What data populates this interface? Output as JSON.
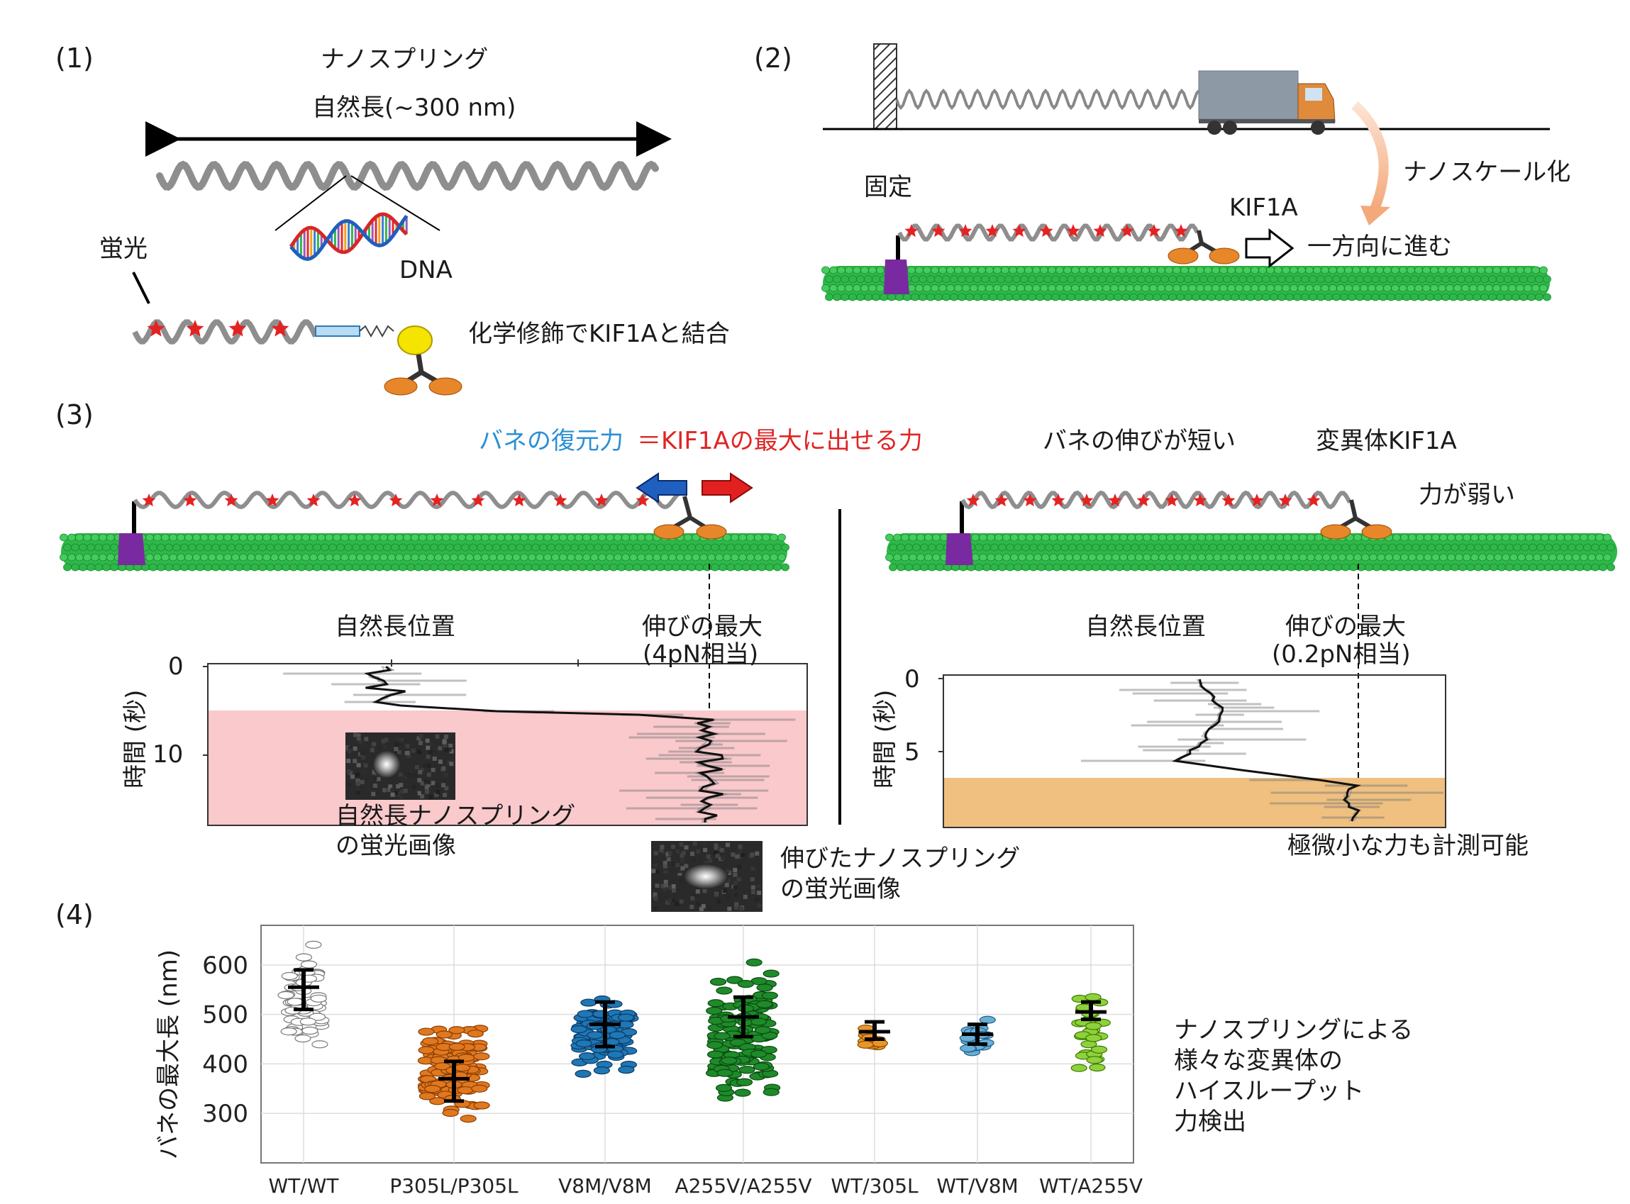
{
  "colors": {
    "microtubule": "#2fb84a",
    "microtubule_dark": "#1a8a30",
    "star": "#e52222",
    "anchor": "#7a2aa0",
    "motor": "#e8862a",
    "pink": "#f9c9cc",
    "amber": "#efc07f",
    "blue_text": "#2b8fd6",
    "red_text": "#e02424",
    "arrow_left": "#1f5fbf",
    "arrow_right": "#e32020",
    "orange_fade": "#f3b08a"
  },
  "p1": {
    "num": "(1)",
    "title": "ナノスプリング",
    "len": "自然長(~300 nm)",
    "fluor": "蛍光",
    "dna": "DNA",
    "chem": "化学修飾でKIF1Aと結合"
  },
  "p2": {
    "num": "(2)",
    "nano": "ナノスケール化",
    "fix": "固定",
    "kif": "KIF1A",
    "dir": "一方向に進む"
  },
  "p3": {
    "num": "(3)",
    "force_blue": "バネの復元力",
    "force_red": "＝KIF1Aの最大に出せる力",
    "short": "バネの伸びが短い",
    "mut": "変異体KIF1A",
    "weak": "力が弱い",
    "left": {
      "nat": "自然長位置",
      "max1": "伸びの最大",
      "max2": "(4pN相当)",
      "ylabel": "時間 (秒)",
      "yticks": [
        "0",
        "10"
      ],
      "img1a": "自然長ナノスプリング",
      "img1b": "の蛍光画像",
      "img2a": "伸びたナノスプリング",
      "img2b": "の蛍光画像"
    },
    "right": {
      "nat": "自然長位置",
      "max1": "伸びの最大",
      "max2": "(0.2pN相当)",
      "ylabel": "時間 (秒)",
      "yticks": [
        "0",
        "5"
      ],
      "note": "極微小な力も計測可能"
    }
  },
  "p4": {
    "num": "(4)",
    "side1": "ナノスプリングによる",
    "side2": "様々な変異体の",
    "side3": "ハイスループット",
    "side4": "力検出",
    "chart_data": {
      "type": "scatter",
      "ylabel": "バネの最大長 (nm)",
      "ylim": [
        200,
        680
      ],
      "yticks": [
        300,
        400,
        500,
        600
      ],
      "categories": [
        "WT/WT",
        "P305L/P305L",
        "V8M/V8M",
        "A255V/A255V",
        "WT/305L",
        "WT/V8M",
        "WT/A255V"
      ],
      "series": [
        {
          "color": "#ffffff",
          "edge": "#777777",
          "mean": 555,
          "err": [
            510,
            590
          ],
          "range": [
            400,
            670
          ]
        },
        {
          "color": "#e07820",
          "edge": "#8a3d00",
          "mean": 370,
          "err": [
            325,
            405
          ],
          "range": [
            265,
            520
          ]
        },
        {
          "color": "#1f77b4",
          "edge": "#0a3a66",
          "mean": 480,
          "err": [
            435,
            525
          ],
          "range": [
            365,
            555
          ]
        },
        {
          "color": "#1f8a2a",
          "edge": "#0a4a10",
          "mean": 495,
          "err": [
            455,
            535
          ],
          "range": [
            285,
            625
          ]
        },
        {
          "color": "#e8962a",
          "edge": "#8a4a00",
          "mean": 465,
          "err": [
            450,
            485
          ],
          "range": [
            405,
            490
          ]
        },
        {
          "color": "#6aaed6",
          "edge": "#1f5f8a",
          "mean": 460,
          "err": [
            440,
            480
          ],
          "range": [
            395,
            495
          ]
        },
        {
          "color": "#8fd13a",
          "edge": "#3a7a00",
          "mean": 505,
          "err": [
            490,
            525
          ],
          "range": [
            330,
            575
          ]
        }
      ]
    }
  }
}
